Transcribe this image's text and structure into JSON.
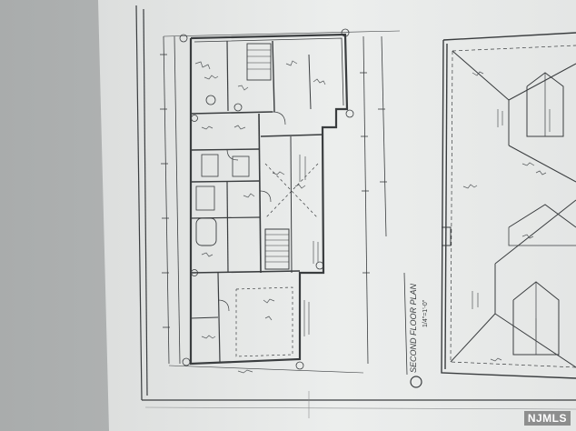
{
  "scene": {
    "subject": "photo of a printed architectural floor plan and roof plan sheet",
    "colors": {
      "backdrop": "#b9bcbc",
      "paper": "#e9ebea",
      "ink": "#3a3d3f"
    }
  },
  "plan_label": "SECOND FLOOR PLAN",
  "plan_scale": "1/4\"=1'-0\"",
  "watermark": "NJMLS"
}
